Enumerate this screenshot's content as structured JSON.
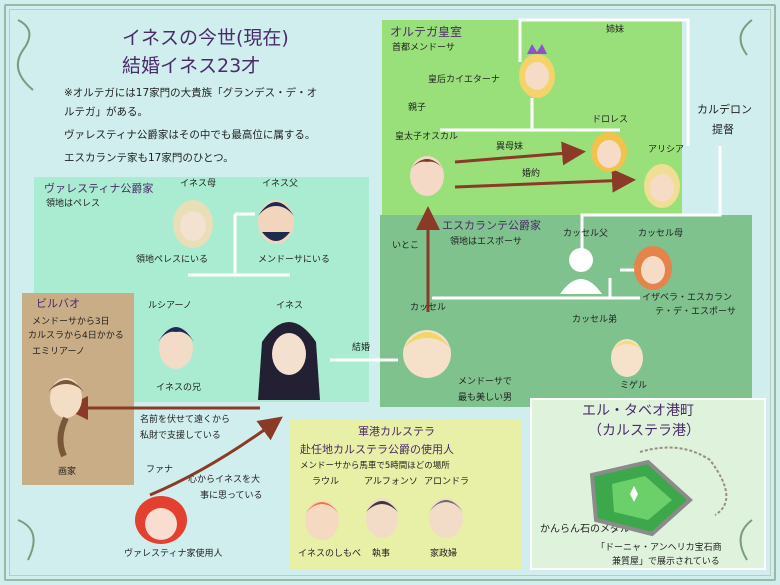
{
  "title": {
    "line1": "イネスの今世(現在)",
    "line2": "結婚イネス23才"
  },
  "notes": [
    "※オルテガには17家門の大貴族「グランデス・デ・オ",
    "ルテガ」がある。",
    "ヴァレスティナ公爵家はその中でも最高位に属する。",
    "エスカランテ家も17家門のひとつ。"
  ],
  "ortega": {
    "title": "オルテガ皇室",
    "subtitle": "首都メンドーサ",
    "empress": "皇后カイエターナ",
    "parent_child": "親子",
    "prince": "皇太子オスカル",
    "half_sister_rel": "異母妹",
    "engaged_rel": "婚約",
    "dolores": "ドロレス",
    "alicia": "アリシア",
    "siblings_rel": "姉妹"
  },
  "calderon": {
    "line1": "カルデロン",
    "line2": "提督"
  },
  "valestina": {
    "title": "ヴァレスティナ公爵家",
    "subtitle": "領地はペレス",
    "mother_label": "イネス母",
    "mother_note": "領地ペレスにいる",
    "father_label": "イネス父",
    "father_note": "メンドーサにいる",
    "luciano": "ルシアーノ",
    "luciano_note": "イネスの兄",
    "ines": "イネス"
  },
  "escalante": {
    "title": "エスカランテ公爵家",
    "subtitle": "領地はエスポーサ",
    "cousin_rel": "いとこ",
    "father": "カッセル父",
    "mother": "カッセル母",
    "cassel": "カッセル",
    "cassel_note1": "メンドーサで",
    "cassel_note2": "最も美しい男",
    "isabela1": "イザベラ・エスカラン",
    "isabela2": "テ・デ・エスポーサ",
    "brother": "カッセル弟",
    "miguel": "ミゲル",
    "marriage": "結婚"
  },
  "bilbao": {
    "title": "ビルバオ",
    "line1": "メンドーサから3日",
    "line2": "カルスラから4日かかる",
    "emiliano": "エミリアーノ",
    "role": "画家"
  },
  "support": {
    "line1": "名前を伏せて遠くから",
    "line2": "私財で支援している"
  },
  "fana": {
    "name": "ファナ",
    "care1": "心からイネスを大",
    "care2": "事に思っている",
    "role": "ヴァレスティナ家使用人"
  },
  "carstella": {
    "title": "軍港カルステラ",
    "subtitle": "赴任地カルステラ公爵の使用人",
    "note": "メンドーサから馬車で5時間ほどの場所",
    "raul": "ラウル",
    "alfonso": "アルフォンソ",
    "alondra": "アロンドラ",
    "raul_role": "イネスのしもべ",
    "alfonso_role": "執事",
    "alondra_role": "家政婦"
  },
  "port": {
    "title1": "エル・タベオ港町",
    "title2": "（カルステラ港）",
    "medal": "かんらん石のメダル",
    "display1": "「ドーニャ・アンヘリカ宝石商",
    "display2": "兼質屋」で展示されている"
  },
  "colors": {
    "bg": "#cfeeed",
    "ortega": "#9ae07a",
    "valestina": "#a9ecd2",
    "escalante": "#7fc28d",
    "bilbao": "#c9ad86",
    "carstella": "#e8efa6",
    "port": "#dff2dc",
    "arrow": "#8b3a27",
    "title": "#4a2b6a"
  }
}
